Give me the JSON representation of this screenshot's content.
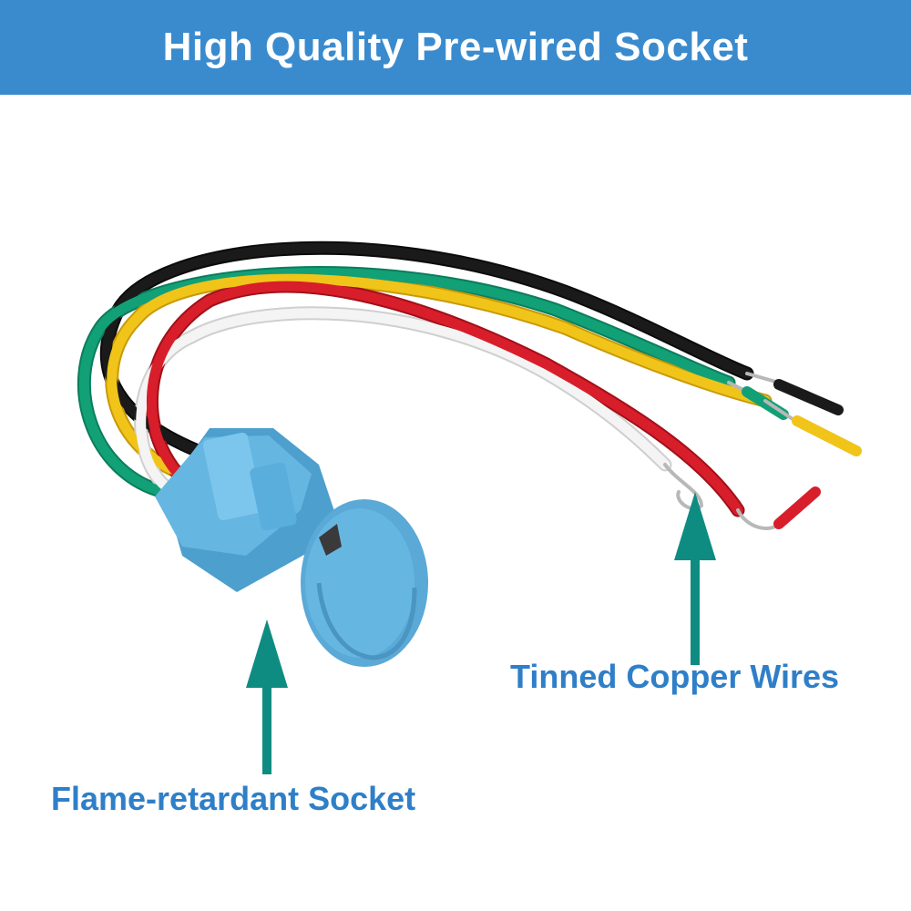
{
  "banner": {
    "title": "High Quality Pre-wired Socket",
    "color": "#3a8bce"
  },
  "callouts": {
    "tinned_copper_wires": "Tinned Copper Wires",
    "flame_retardant_socket": "Flame-retardant Socket",
    "text_color": "#2f7fc8",
    "arrow_color": "#0f8c82"
  },
  "product": {
    "socket_color": "#66b6e2",
    "wire_colors": [
      "#1a1a1a",
      "#12a077",
      "#f1c419",
      "#f4f4f4",
      "#d81e2a"
    ]
  }
}
